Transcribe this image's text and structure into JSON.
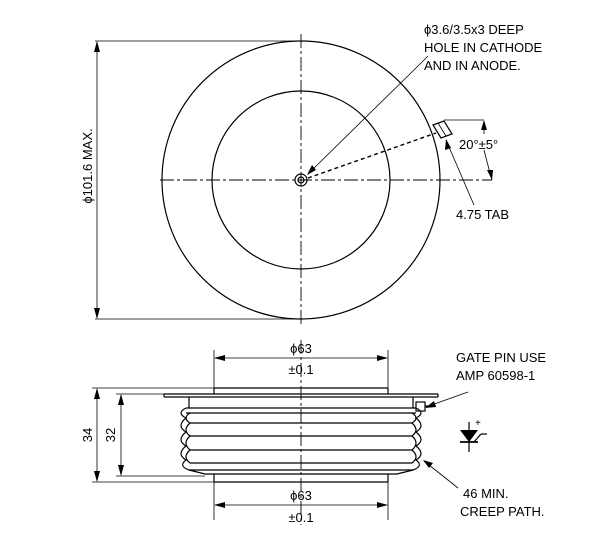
{
  "top_view": {
    "hole_note": [
      "ϕ3.6/3.5x3 DEEP",
      "HOLE IN CATHODE",
      "AND IN ANODE."
    ],
    "angle_label": "20°±5°",
    "tab_label": "4.75 TAB",
    "diameter_label": "ϕ101.6 MAX."
  },
  "side_view": {
    "top_diameter": "ϕ63",
    "top_tolerance": "±0.1",
    "bottom_diameter": "ϕ63",
    "bottom_tolerance": "±0.1",
    "height_outer": "34",
    "height_inner": "32",
    "gate_note": [
      "GATE PIN USE",
      "AMP 60598-1"
    ],
    "creep_note": [
      "46 MIN.",
      "CREEP PATH."
    ]
  },
  "symbol": {
    "name": "thyristor"
  }
}
